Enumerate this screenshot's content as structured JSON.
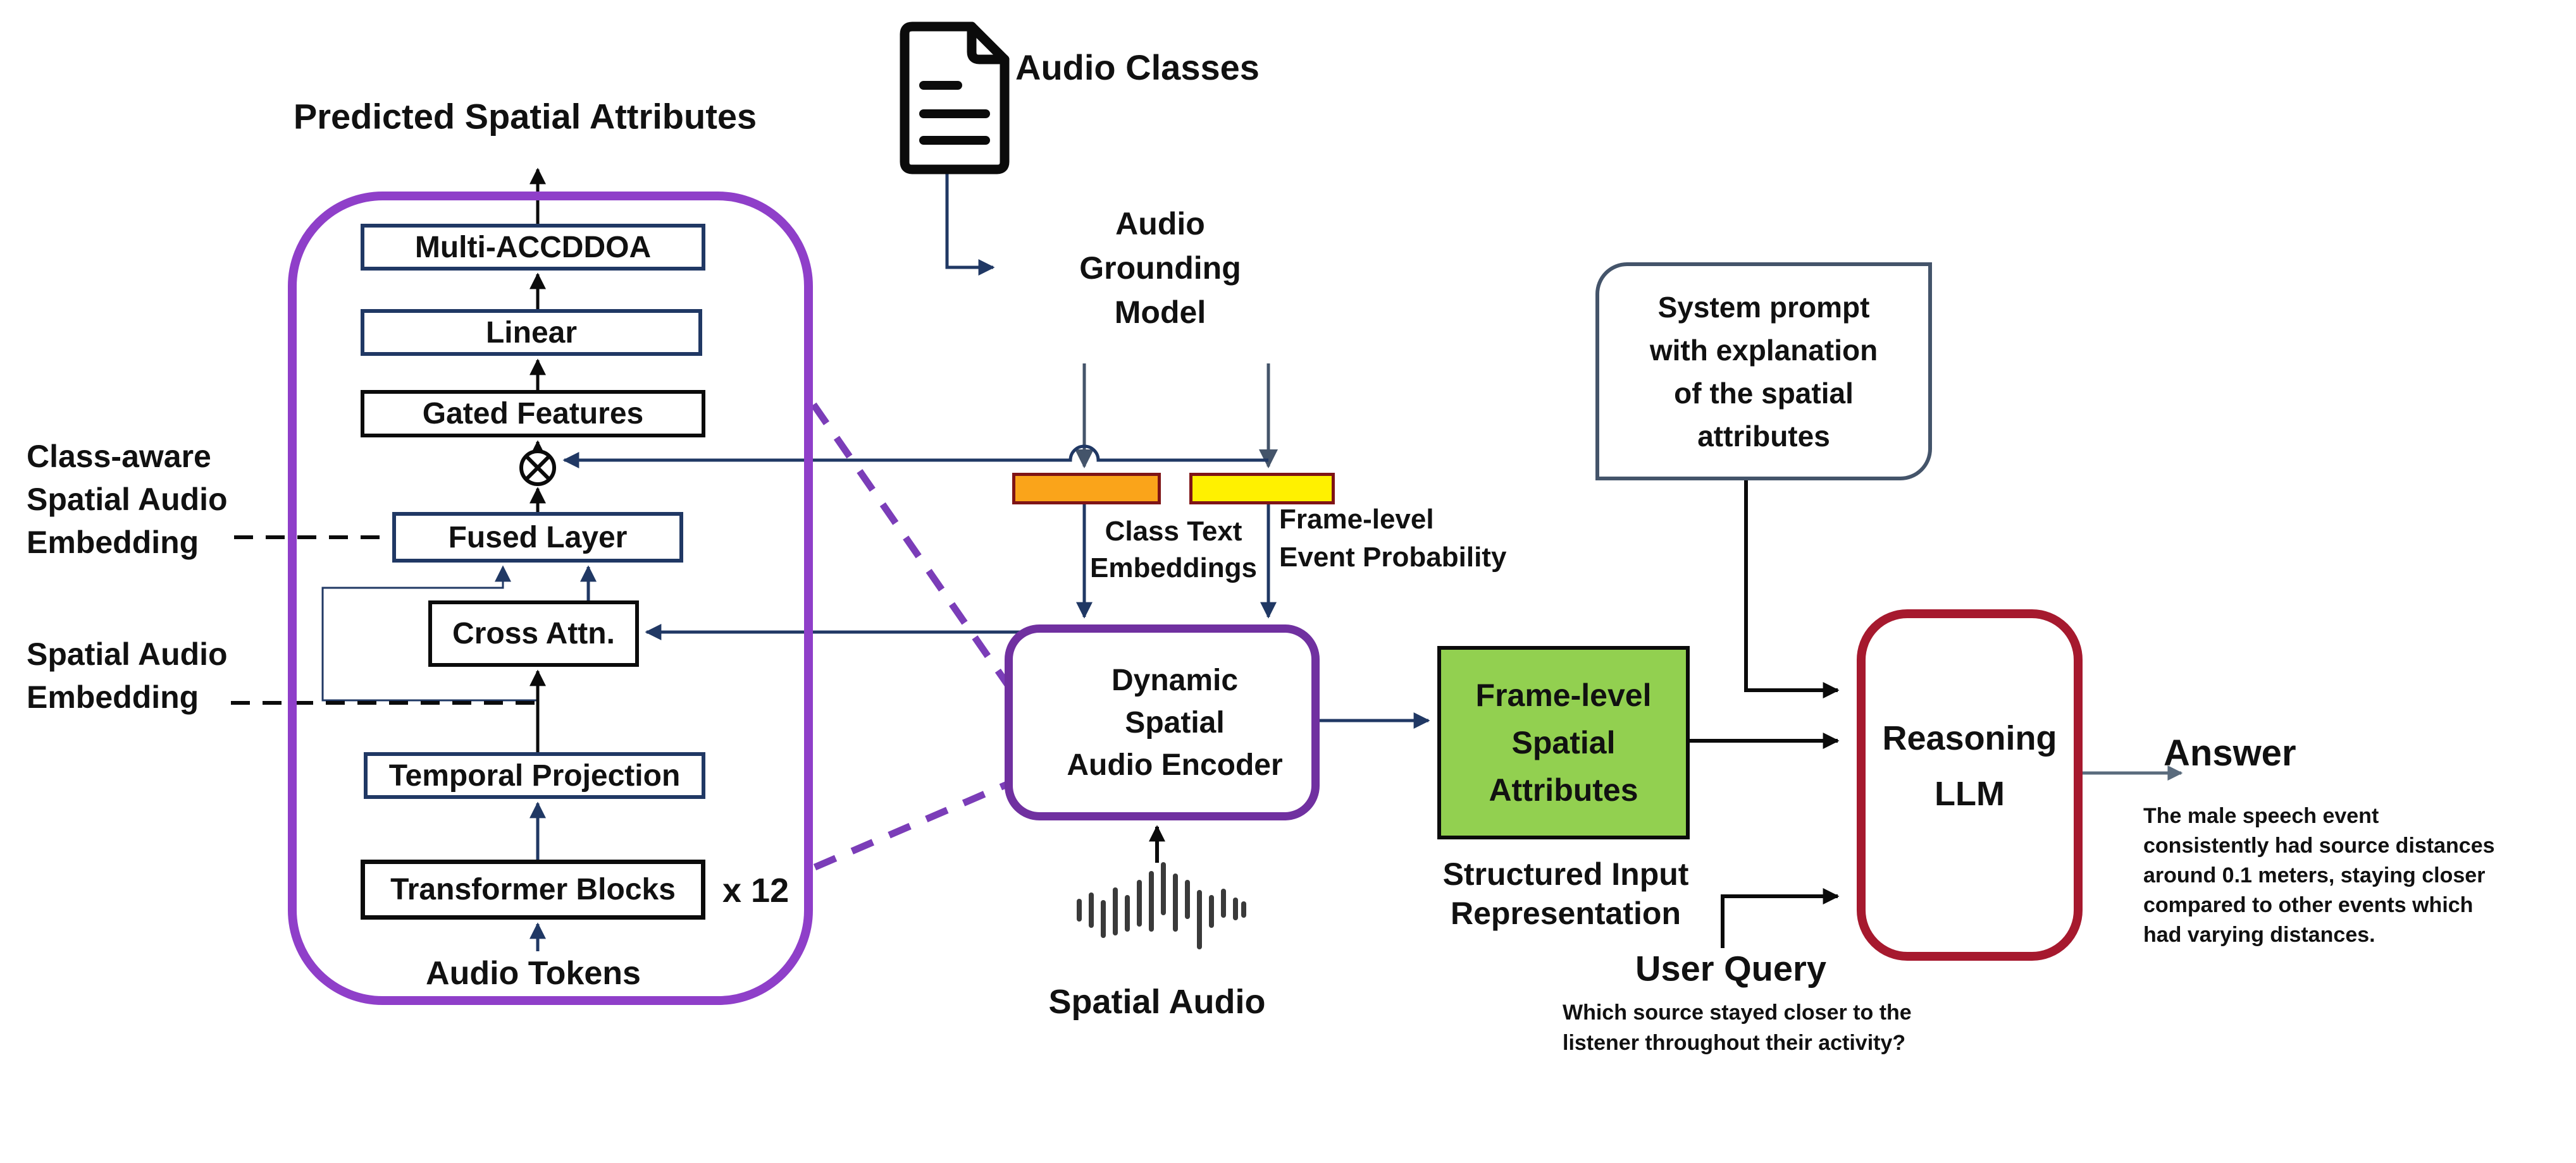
{
  "colors": {
    "purple_outer": "#8F3FC9",
    "purple_encoder": "#7030A0",
    "purple_dash": "#7B3DB8",
    "navy": "#203864",
    "slate": "#44546A",
    "crimson": "#A6192E",
    "green_fill": "#92D050",
    "orange_fill": "#FAA41A",
    "yellow_fill": "#FFF100",
    "dark_red": "#7F1416",
    "snowflake_blue": "#29ABE2"
  },
  "icons": {
    "document": "document-icon",
    "frozen": "snowflake-icon",
    "trainable": "fire-icon",
    "magnifier": "magnifier-icon",
    "waveform": "waveform-icon",
    "multiply": "circled-times-icon"
  },
  "left": {
    "title": "Predicted Spatial Attributes",
    "blocks": [
      "Multi-ACCDDOA",
      "Linear",
      "Gated Features",
      "Fused Layer",
      "Cross Attn.",
      "Temporal Projection",
      "Transformer Blocks"
    ],
    "repeat": "x 12",
    "input": "Audio Tokens",
    "label_class_aware": "Class-aware\nSpatial Audio\nEmbedding",
    "label_spatial": "Spatial Audio\nEmbedding"
  },
  "grounding": {
    "doc": "Audio Classes",
    "model": "Audio\nGrounding\nModel",
    "class_text": "Class Text\nEmbeddings",
    "event_prob": "Frame-level\nEvent Probability"
  },
  "encoder": {
    "label": "Dynamic\nSpatial\nAudio Encoder",
    "input": "Spatial Audio"
  },
  "attributes": {
    "label": "Frame-level\nSpatial\nAttributes",
    "caption": "Structured Input\nRepresentation"
  },
  "system_prompt": "System prompt\nwith explanation\nof the spatial\nattributes",
  "llm": "Reasoning\nLLM",
  "answer": {
    "title": "Answer",
    "text": "The male speech event\nconsistently had source distances\naround 0.1 meters, staying closer\ncompared to other events which\nhad varying distances."
  },
  "query": {
    "title": "User Query",
    "text": "Which source stayed closer to the\nlistener throughout their activity?"
  }
}
